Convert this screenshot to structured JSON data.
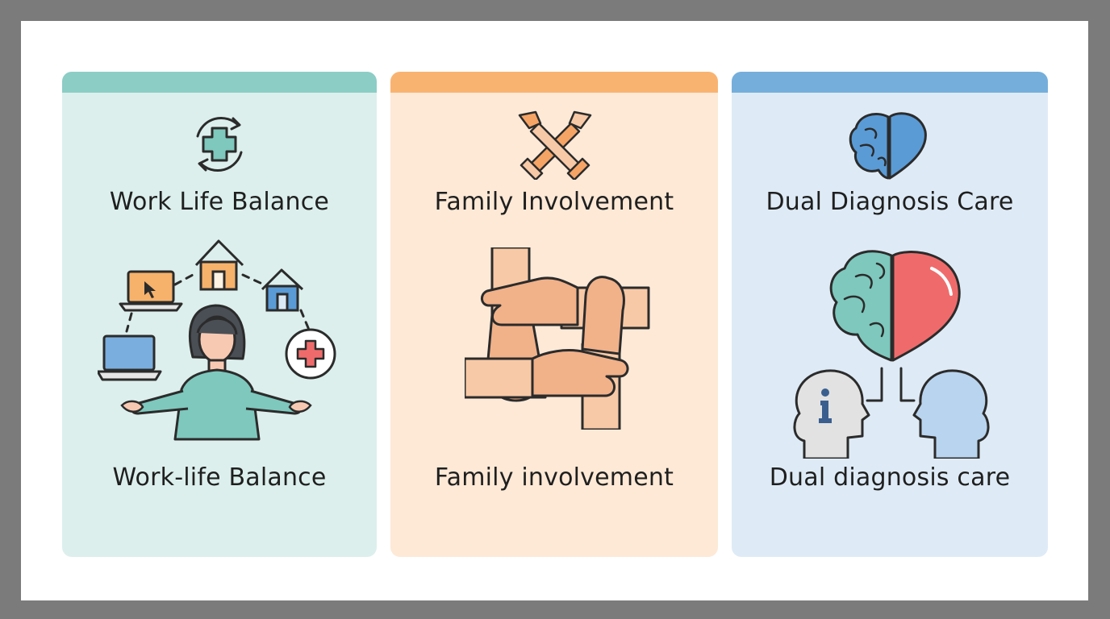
{
  "cards": [
    {
      "title": "Work Life Balance",
      "caption": "Work-life Balance",
      "small_icon": "medical-cross-cycle-icon",
      "illustration": "woman-balancing-work-home-health-icon",
      "colors": {
        "bar": "#8ccdc6",
        "bg": "#dcefec",
        "accent": "#7ec8bd"
      }
    },
    {
      "title": "Family Involvement",
      "caption": "Family involvement",
      "small_icon": "crossed-hands-icon",
      "illustration": "four-interlocking-hands-icon",
      "colors": {
        "bar": "#f9b371",
        "bg": "#fde9d6",
        "accent": "#f6a465"
      }
    },
    {
      "title": "Dual Diagnosis Care",
      "caption": "Dual diagnosis care",
      "small_icon": "brain-heart-icon",
      "illustration": "brain-heart-two-heads-icon",
      "colors": {
        "bar": "#75aedb",
        "bg": "#deebf6",
        "accent": "#6fa6d7"
      }
    }
  ]
}
